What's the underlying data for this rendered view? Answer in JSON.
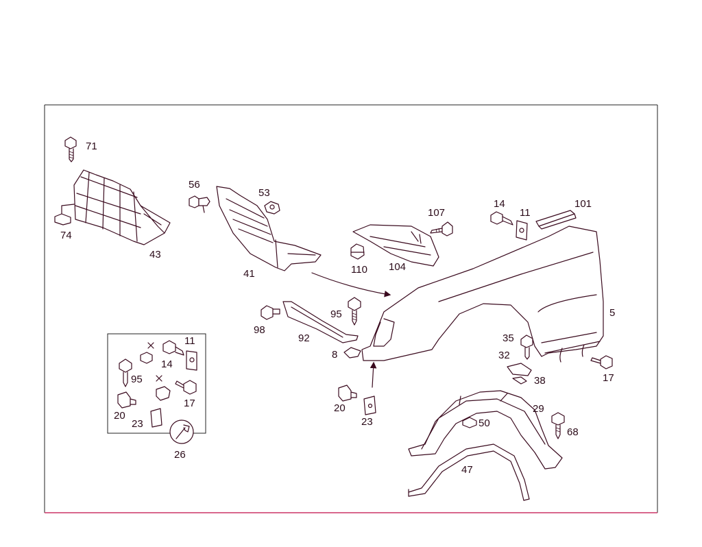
{
  "colors": {
    "line": "#3a0a1e",
    "text": "#2a0a18",
    "frame_bottom": "#cc3366"
  },
  "labels": {
    "l71": "71",
    "l74": "74",
    "l43": "43",
    "l56": "56",
    "l53": "53",
    "l41": "41",
    "l107": "107",
    "l110": "110",
    "l104": "104",
    "l14a": "14",
    "l11a": "11",
    "l101": "101",
    "l5": "5",
    "l98": "98",
    "l95a": "95",
    "l92": "92",
    "l8": "8",
    "l35": "35",
    "l32": "32",
    "l38": "38",
    "l17a": "17",
    "l20a": "20",
    "l23a": "23",
    "l29": "29",
    "l50": "50",
    "l68": "68",
    "l47": "47",
    "l11b": "11",
    "l14b": "14",
    "l95b": "95",
    "l17b": "17",
    "l20b": "20",
    "l23b": "23",
    "l26": "26"
  }
}
